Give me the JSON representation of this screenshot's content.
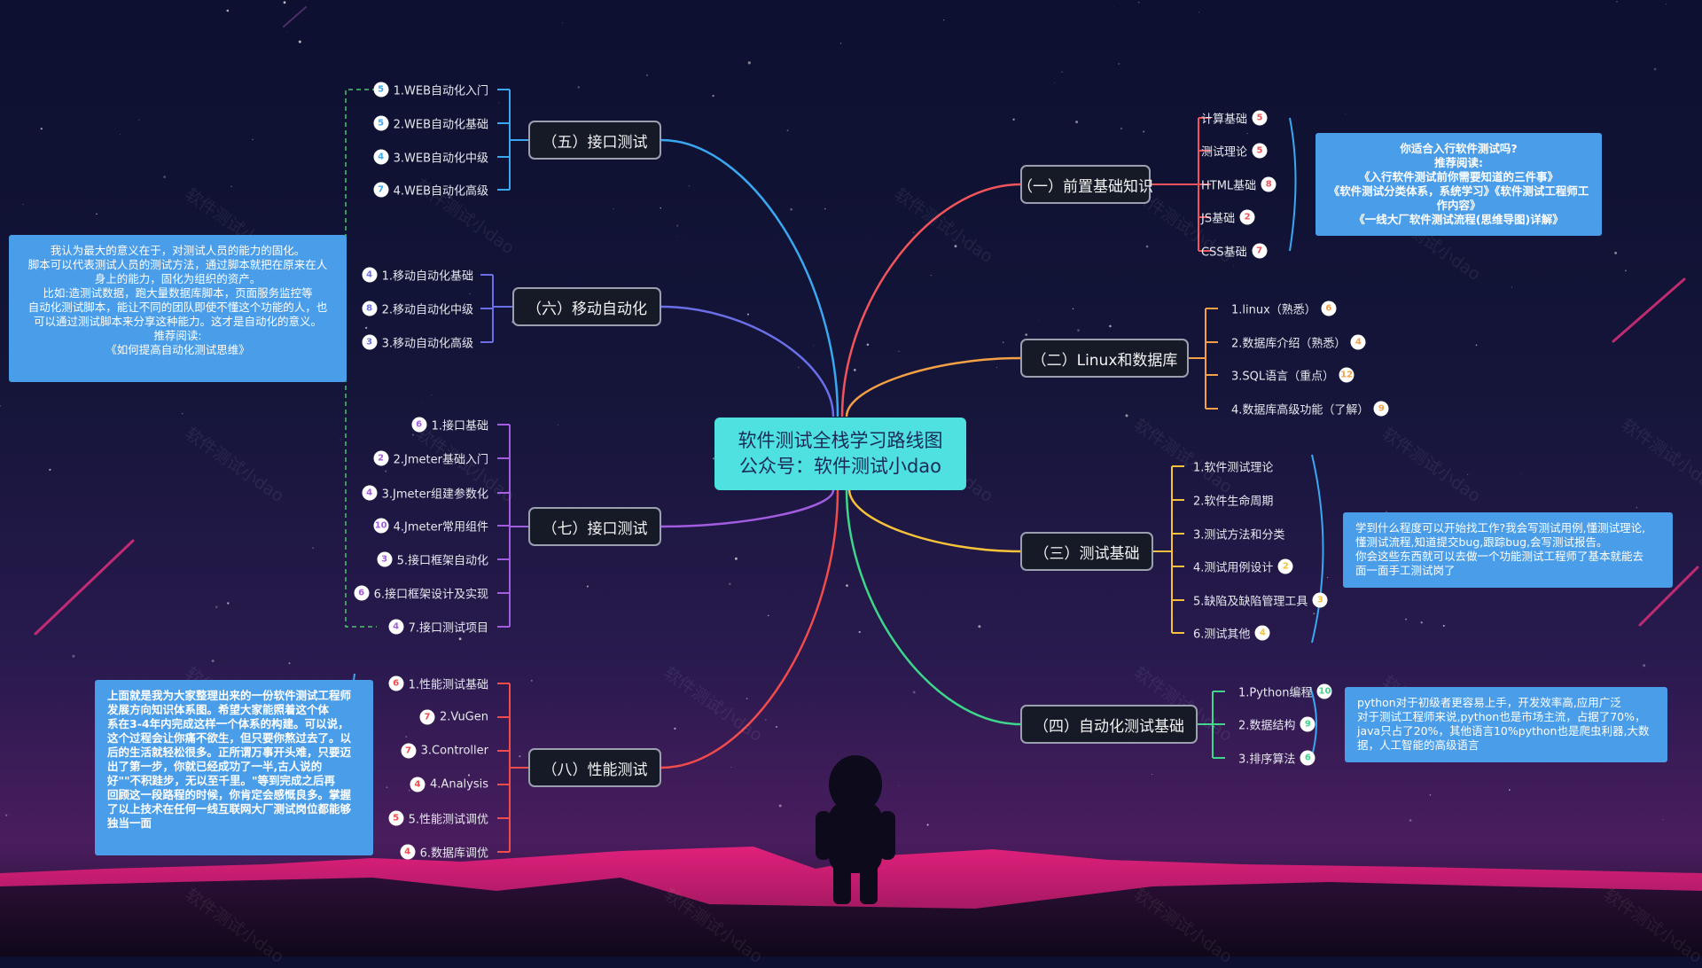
{
  "center": {
    "line1": "软件测试全栈学习路线图",
    "line2": "公众号：软件测试小dao"
  },
  "branches": [
    {
      "id": "b1",
      "label": "（一）前置基础知识",
      "color": "#f2545b",
      "leaves": [
        {
          "text": "计算基础",
          "badge": "5"
        },
        {
          "text": "测试理论",
          "badge": "5"
        },
        {
          "text": "HTML基础",
          "badge": "8"
        },
        {
          "text": "JS基础",
          "badge": "2"
        },
        {
          "text": "CSS基础",
          "badge": "7"
        }
      ]
    },
    {
      "id": "b2",
      "label": "（二）Linux和数据库",
      "color": "#f5a046",
      "leaves": [
        {
          "text": "1.linux（熟悉）",
          "badge": "6"
        },
        {
          "text": "2.数据库介绍（熟悉）",
          "badge": "4"
        },
        {
          "text": "3.SQL语言（重点）",
          "badge": "12"
        },
        {
          "text": "4.数据库高级功能（了解）",
          "badge": "9"
        }
      ]
    },
    {
      "id": "b3",
      "label": "（三）测试基础",
      "color": "#f5c23a",
      "leaves": [
        {
          "text": "1.软件测试理论",
          "badge": ""
        },
        {
          "text": "2.软件生命周期",
          "badge": ""
        },
        {
          "text": "3.测试方法和分类",
          "badge": ""
        },
        {
          "text": "4.测试用例设计",
          "badge": "2"
        },
        {
          "text": "5.缺陷及缺陷管理工具",
          "badge": "3"
        },
        {
          "text": "6.测试其他",
          "badge": "4"
        }
      ]
    },
    {
      "id": "b4",
      "label": "（四）自动化测试基础",
      "color": "#3dd68a",
      "leaves": [
        {
          "text": "1.Python编程",
          "badge": "10"
        },
        {
          "text": "2.数据结构",
          "badge": "9"
        },
        {
          "text": "3.排序算法",
          "badge": "6"
        }
      ]
    },
    {
      "id": "b5",
      "label": "（五）接口测试",
      "color": "#3aa8f0",
      "leaves": [
        {
          "text": "1.WEB自动化入门",
          "badge": "5"
        },
        {
          "text": "2.WEB自动化基础",
          "badge": "5"
        },
        {
          "text": "3.WEB自动化中级",
          "badge": "4"
        },
        {
          "text": "4.WEB自动化高级",
          "badge": "7"
        }
      ]
    },
    {
      "id": "b6",
      "label": "（六）移动自动化",
      "color": "#6a6fe8",
      "leaves": [
        {
          "text": "1.移动自动化基础",
          "badge": "4"
        },
        {
          "text": "2.移动自动化中级",
          "badge": "8"
        },
        {
          "text": "3.移动自动化高级",
          "badge": "3"
        }
      ]
    },
    {
      "id": "b7",
      "label": "（七）接口测试",
      "color": "#a25ce0",
      "leaves": [
        {
          "text": "1.接口基础",
          "badge": "6"
        },
        {
          "text": "2.Jmeter基础入门",
          "badge": "2"
        },
        {
          "text": "3.Jmeter组建参数化",
          "badge": "4"
        },
        {
          "text": "4.Jmeter常用组件",
          "badge": "10"
        },
        {
          "text": "5.接口框架自动化",
          "badge": "3"
        },
        {
          "text": "6.接口框架设计及实现",
          "badge": "6"
        },
        {
          "text": "7.接口测试项目",
          "badge": "4"
        }
      ]
    },
    {
      "id": "b8",
      "label": "（八）性能测试",
      "color": "#f24b4b",
      "leaves": [
        {
          "text": "1.性能测试基础",
          "badge": "6"
        },
        {
          "text": "2.VuGen",
          "badge": "7"
        },
        {
          "text": "3.Controller",
          "badge": "7"
        },
        {
          "text": "4.Analysis",
          "badge": "4"
        },
        {
          "text": "5.性能测试调优",
          "badge": "5"
        },
        {
          "text": "6.数据库调优",
          "badge": "4"
        }
      ]
    }
  ],
  "notes": {
    "n1": [
      "你适合入行软件测试吗?",
      "推荐阅读:",
      "《入行软件测试前你需要知道的三件事》",
      "《软件测试分类体系，系统学习》《软件测试工程师工作内容》",
      "《一线大厂软件测试流程(思维导图)详解》"
    ],
    "n3": [
      "学到什么程度可以开始找工作?我会写测试用例,懂测试理论,",
      "懂测试流程,知道提交bug,跟踪bug,会写测试报告。",
      "你会这些东西就可以去做一个功能测试工程师了基本就能去",
      "面一面手工测试岗了"
    ],
    "n4": [
      "python对于初级者更容易上手，开发效率高,应用广泛",
      "对于测试工程师来说,python也是市场主流，占据了70%，",
      "java只占了20%，其他语言10%python也是爬虫利器,大数",
      "据，人工智能的高级语言"
    ],
    "n6": [
      "我认为最大的意义在于，对测试人员的能力的固化。",
      "脚本可以代表测试人员的测试方法，通过脚本就把在原来在人",
      "身上的能力，固化为组织的资产。",
      "比如:造测试数据，跑大量数据库脚本，页面服务监控等",
      "自动化测试脚本，能让不同的团队即使不懂这个功能的人，也",
      "可以通过测试脚本来分享这种能力。这才是自动化的意义。",
      "推荐阅读:",
      "《如何提高自动化测试思维》"
    ],
    "n8": [
      "上面就是我为大家整理出来的一份软件测试工程师",
      "发展方向知识体系图。希望大家能照着这个体",
      "系在3-4年内完成这样一个体系的构建。可以说，",
      "这个过程会让你痛不欲生，但只要你熬过去了。以",
      "后的生活就轻松很多。正所谓万事开头难，只要迈",
      "出了第一步，你就已经成功了一半,古人说的",
      "好\"\"不积跬步，无以至千里。\"等到完成之后再",
      "回顾这一段路程的时候，你肯定会感慨良多。掌握",
      "了以上技术在任何一线互联网大厂测试岗位都能够",
      "独当一面"
    ]
  },
  "watermark": "软件测试小dao"
}
